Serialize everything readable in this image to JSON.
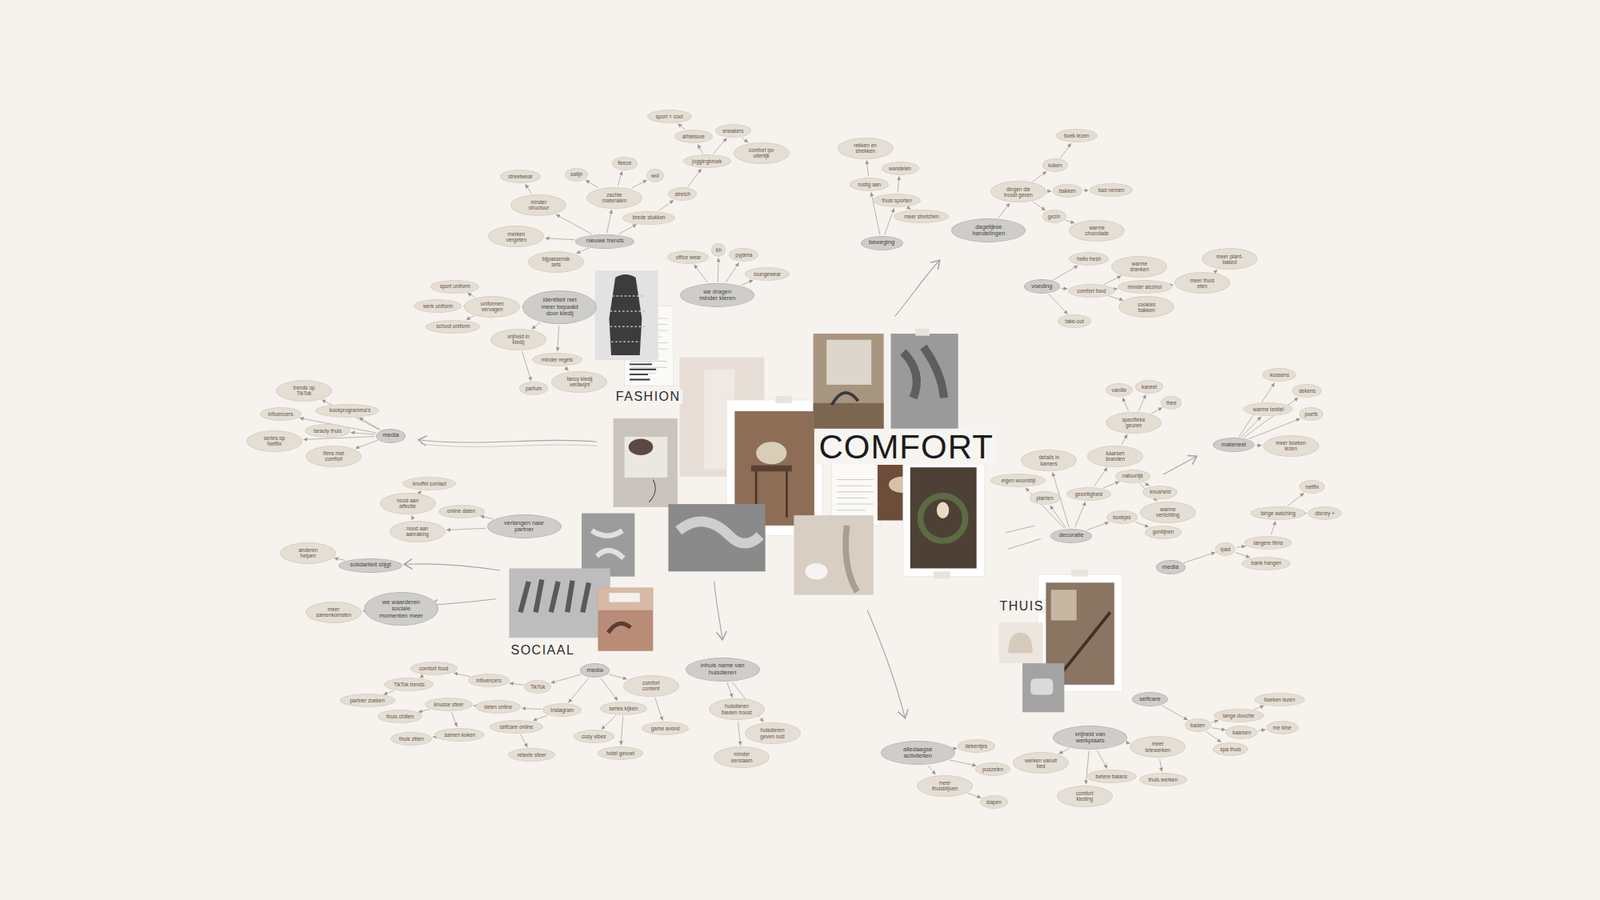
{
  "diagram": {
    "title": "COMFORT",
    "nodes": [
      {
        "text": [
          "nieuwe trends"
        ]
      },
      {
        "text": [
          "zachte materialen"
        ]
      },
      {
        "text": [
          "satijn"
        ]
      },
      {
        "text": [
          "fleece"
        ]
      },
      {
        "text": [
          "wol"
        ]
      },
      {
        "text": [
          "brede stukken"
        ]
      },
      {
        "text": [
          "stretch"
        ]
      },
      {
        "text": [
          "joggingbroek"
        ]
      },
      {
        "text": [
          "athleisure"
        ]
      },
      {
        "text": [
          "sport = cool"
        ]
      },
      {
        "text": [
          "sneakers"
        ]
      },
      {
        "text": [
          "comfort ipv uiterlijk"
        ]
      },
      {
        "text": [
          "minder structuur"
        ]
      },
      {
        "text": [
          "streetwear"
        ]
      },
      {
        "text": [
          "bijpassende sets"
        ]
      },
      {
        "text": [
          "merken vergeten"
        ]
      },
      {
        "text": [
          "identiteit niet meer bepaald door kledij"
        ]
      },
      {
        "text": [
          "uniformen vervagen"
        ]
      },
      {
        "text": [
          "sport uniform"
        ]
      },
      {
        "text": [
          "werk uniform"
        ]
      },
      {
        "text": [
          "school uniform"
        ]
      },
      {
        "text": [
          "vrijheid in kledij"
        ]
      },
      {
        "text": [
          "minder regels"
        ]
      },
      {
        "text": [
          "fancy kledij verdwijnt"
        ]
      },
      {
        "text": [
          "parfum"
        ]
      },
      {
        "text": [
          "we dragen minder kleren"
        ]
      },
      {
        "text": [
          "office wear"
        ]
      },
      {
        "text": [
          "bh"
        ]
      },
      {
        "text": [
          "pyjama"
        ]
      },
      {
        "text": [
          "loungewear"
        ]
      },
      {
        "text": [
          "media"
        ]
      },
      {
        "text": [
          "trends op TikTok"
        ]
      },
      {
        "text": [
          "kookprogramma's"
        ]
      },
      {
        "text": [
          "influencers"
        ]
      },
      {
        "text": [
          "beauty thuis"
        ]
      },
      {
        "text": [
          "series op Netflix"
        ]
      },
      {
        "text": [
          "films met comfort"
        ]
      },
      {
        "text": [
          "verlangen naar partner"
        ]
      },
      {
        "text": [
          "knuffel contact"
        ]
      },
      {
        "text": [
          "nood aan affectie"
        ]
      },
      {
        "text": [
          "online daten"
        ]
      },
      {
        "text": [
          "nood aan aanraking"
        ]
      },
      {
        "text": [
          "solidariteit stijgt"
        ]
      },
      {
        "text": [
          "anderen helpen"
        ]
      },
      {
        "text": [
          "we waarderen sociale momenten meer"
        ]
      },
      {
        "text": [
          "meer samenkomsten"
        ]
      },
      {
        "text": [
          "media"
        ]
      },
      {
        "text": [
          "TikTok"
        ]
      },
      {
        "text": [
          "Instagram"
        ]
      },
      {
        "text": [
          "series kijken"
        ]
      },
      {
        "text": [
          "comfort content"
        ]
      },
      {
        "text": [
          "influencers"
        ]
      },
      {
        "text": [
          "delen online"
        ]
      },
      {
        "text": [
          "comfort food"
        ]
      },
      {
        "text": [
          "TikTok trends"
        ]
      },
      {
        "text": [
          "thuis chillen"
        ]
      },
      {
        "text": [
          "knusse sfeer"
        ]
      },
      {
        "text": [
          "samen koken"
        ]
      },
      {
        "text": [
          "thuis zitten"
        ]
      },
      {
        "text": [
          "selfcare online"
        ]
      },
      {
        "text": [
          "relaxte sfeer"
        ]
      },
      {
        "text": [
          "cozy vibes"
        ]
      },
      {
        "text": [
          "hotel gevoel"
        ]
      },
      {
        "text": [
          "game avond"
        ]
      },
      {
        "text": [
          "partner zoeken"
        ]
      },
      {
        "text": [
          "inhuis name van huisdieren"
        ]
      },
      {
        "text": [
          "huisdieren bieden troost"
        ]
      },
      {
        "text": [
          "huisdieren geven rust"
        ]
      },
      {
        "text": [
          "minder eenzaam"
        ]
      },
      {
        "text": [
          "beweging"
        ]
      },
      {
        "text": [
          "rekken en strekken"
        ]
      },
      {
        "text": [
          "wandelen"
        ]
      },
      {
        "text": [
          "rustig aan"
        ]
      },
      {
        "text": [
          "thuis sporten"
        ]
      },
      {
        "text": [
          "meer stretchen"
        ]
      },
      {
        "text": [
          "dagelijkse handelingen"
        ]
      },
      {
        "text": [
          "dingen die troost geven"
        ]
      },
      {
        "text": [
          "koken"
        ]
      },
      {
        "text": [
          "boek lezen"
        ]
      },
      {
        "text": [
          "bakken"
        ]
      },
      {
        "text": [
          "bad nemen"
        ]
      },
      {
        "text": [
          "gezin"
        ]
      },
      {
        "text": [
          "warme chocolade"
        ]
      },
      {
        "text": [
          "voeding"
        ]
      },
      {
        "text": [
          "hello fresh"
        ]
      },
      {
        "text": [
          "comfort food"
        ]
      },
      {
        "text": [
          "warme dranken"
        ]
      },
      {
        "text": [
          "minder alcohol"
        ]
      },
      {
        "text": [
          "cookies bakken"
        ]
      },
      {
        "text": [
          "meer thuis eten"
        ]
      },
      {
        "text": [
          "meer plant-based"
        ]
      },
      {
        "text": [
          "take-out"
        ]
      },
      {
        "text": [
          "materieel"
        ]
      },
      {
        "text": [
          "kussens"
        ]
      },
      {
        "text": [
          "dekens"
        ]
      },
      {
        "text": [
          "warme textiel"
        ]
      },
      {
        "text": [
          "poefs"
        ]
      },
      {
        "text": [
          "meer boeken lezen"
        ]
      },
      {
        "text": [
          "decoratie"
        ]
      },
      {
        "text": [
          "eigen woonstijl"
        ]
      },
      {
        "text": [
          "details in kamers"
        ]
      },
      {
        "text": [
          "planten"
        ]
      },
      {
        "text": [
          "gezelligheid"
        ]
      },
      {
        "text": [
          "kaarsen branden"
        ]
      },
      {
        "text": [
          "specifieke geuren"
        ]
      },
      {
        "text": [
          "vanille"
        ]
      },
      {
        "text": [
          "kaneel"
        ]
      },
      {
        "text": [
          "thee"
        ]
      },
      {
        "text": [
          "natuurlijk"
        ]
      },
      {
        "text": [
          "knusheid"
        ]
      },
      {
        "text": [
          "warme verlichting"
        ]
      },
      {
        "text": [
          "boekjes"
        ]
      },
      {
        "text": [
          "gordijnen"
        ]
      },
      {
        "text": [
          "media"
        ]
      },
      {
        "text": [
          "ipad"
        ]
      },
      {
        "text": [
          "langere films"
        ]
      },
      {
        "text": [
          "bank hangen"
        ]
      },
      {
        "text": [
          "binge watching"
        ]
      },
      {
        "text": [
          "netflix"
        ]
      },
      {
        "text": [
          "disney +"
        ]
      },
      {
        "text": [
          "selfcare"
        ]
      },
      {
        "text": [
          "baden"
        ]
      },
      {
        "text": [
          "lange douche"
        ]
      },
      {
        "text": [
          "kaarsen"
        ]
      },
      {
        "text": [
          "spa thuis"
        ]
      },
      {
        "text": [
          "boeken lezen"
        ]
      },
      {
        "text": [
          "me time"
        ]
      },
      {
        "text": [
          "vrijheid van werkplaats"
        ]
      },
      {
        "text": [
          "meer telewerken"
        ]
      },
      {
        "text": [
          "thuis werken"
        ]
      },
      {
        "text": [
          "werken vanuit bed"
        ]
      },
      {
        "text": [
          "comfort kleding"
        ]
      },
      {
        "text": [
          "betere balans"
        ]
      },
      {
        "text": [
          "alledaagse activiteiten"
        ]
      },
      {
        "text": [
          "dekentjes"
        ]
      },
      {
        "text": [
          "puzzelen"
        ]
      },
      {
        "text": [
          "meer thuisblijven"
        ]
      },
      {
        "text": [
          "slapen"
        ]
      }
    ],
    "edges": [
      {
        "from": 0,
        "to": 1,
        "arrow": "to"
      },
      {
        "from": 1,
        "to": 2,
        "arrow": "to"
      },
      {
        "from": 1,
        "to": 3,
        "arrow": "to"
      },
      {
        "from": 1,
        "to": 4,
        "arrow": "to"
      },
      {
        "from": 0,
        "to": 5,
        "arrow": "to"
      },
      {
        "from": 5,
        "to": 6,
        "arrow": "to"
      },
      {
        "from": 6,
        "to": 7,
        "arrow": "to"
      },
      {
        "from": 7,
        "to": 8,
        "arrow": "to"
      },
      {
        "from": 8,
        "to": 9,
        "arrow": "to"
      },
      {
        "from": 7,
        "to": 10,
        "arrow": "to"
      },
      {
        "from": 10,
        "to": 11,
        "arrow": "to"
      },
      {
        "from": 0,
        "to": 12,
        "arrow": "to"
      },
      {
        "from": 12,
        "to": 13,
        "arrow": "to"
      },
      {
        "from": 0,
        "to": 14,
        "arrow": "to"
      },
      {
        "from": 0,
        "to": 15,
        "arrow": "to"
      },
      {
        "from": 16,
        "to": 17,
        "arrow": "to"
      },
      {
        "from": 17,
        "to": 18,
        "arrow": "to"
      },
      {
        "from": 17,
        "to": 19,
        "arrow": "to"
      },
      {
        "from": 17,
        "to": 20,
        "arrow": "to"
      },
      {
        "from": 16,
        "to": 21,
        "arrow": "to"
      },
      {
        "from": 16,
        "to": 22,
        "arrow": "to"
      },
      {
        "from": 22,
        "to": 23,
        "arrow": "to"
      },
      {
        "from": 21,
        "to": 24,
        "arrow": "to"
      },
      {
        "from": 25,
        "to": 26,
        "arrow": "to"
      },
      {
        "from": 25,
        "to": 27,
        "arrow": "to"
      },
      {
        "from": 25,
        "to": 28,
        "arrow": "to"
      },
      {
        "from": 25,
        "to": 29,
        "arrow": "to"
      },
      {
        "from": 30,
        "to": 31,
        "arrow": "to"
      },
      {
        "from": 30,
        "to": 32,
        "arrow": "to"
      },
      {
        "from": 30,
        "to": 33,
        "arrow": "to"
      },
      {
        "from": 30,
        "to": 34,
        "arrow": "to"
      },
      {
        "from": 30,
        "to": 35,
        "arrow": "to"
      },
      {
        "from": 30,
        "to": 36,
        "arrow": "to"
      },
      {
        "from": 39,
        "to": 38,
        "arrow": "to"
      },
      {
        "from": 41,
        "to": 39,
        "arrow": "to"
      },
      {
        "from": 37,
        "to": 40,
        "arrow": "to"
      },
      {
        "from": 37,
        "to": 41,
        "arrow": "to"
      },
      {
        "from": 42,
        "to": 43,
        "arrow": "to"
      },
      {
        "from": 44,
        "to": 45,
        "arrow": "to"
      },
      {
        "from": 46,
        "to": 47,
        "arrow": "to"
      },
      {
        "from": 46,
        "to": 48,
        "arrow": "to"
      },
      {
        "from": 46,
        "to": 49,
        "arrow": "to"
      },
      {
        "from": 46,
        "to": 50,
        "arrow": "to"
      },
      {
        "from": 47,
        "to": 51,
        "arrow": "to"
      },
      {
        "from": 48,
        "to": 52,
        "arrow": "to"
      },
      {
        "from": 51,
        "to": 53,
        "arrow": "to"
      },
      {
        "from": 53,
        "to": 54,
        "arrow": "to"
      },
      {
        "from": 56,
        "to": 55,
        "arrow": "to"
      },
      {
        "from": 52,
        "to": 56,
        "arrow": "to"
      },
      {
        "from": 56,
        "to": 57,
        "arrow": "to"
      },
      {
        "from": 57,
        "to": 58,
        "arrow": "to"
      },
      {
        "from": 48,
        "to": 59,
        "arrow": "to"
      },
      {
        "from": 59,
        "to": 60,
        "arrow": "to"
      },
      {
        "from": 49,
        "to": 61,
        "arrow": "to"
      },
      {
        "from": 49,
        "to": 62,
        "arrow": "to"
      },
      {
        "from": 50,
        "to": 63,
        "arrow": "to"
      },
      {
        "from": 54,
        "to": 64,
        "arrow": "to"
      },
      {
        "from": 65,
        "to": 66,
        "arrow": "to"
      },
      {
        "from": 65,
        "to": 67,
        "arrow": "to"
      },
      {
        "from": 66,
        "to": 68,
        "arrow": "to"
      },
      {
        "from": 72,
        "to": 70,
        "arrow": "to"
      },
      {
        "from": 73,
        "to": 71,
        "arrow": "to"
      },
      {
        "from": 69,
        "to": 72,
        "arrow": "to"
      },
      {
        "from": 69,
        "to": 73,
        "arrow": "to"
      },
      {
        "from": 73,
        "to": 74,
        "arrow": "to"
      },
      {
        "from": 75,
        "to": 76,
        "arrow": "to"
      },
      {
        "from": 76,
        "to": 77,
        "arrow": "to"
      },
      {
        "from": 77,
        "to": 78,
        "arrow": "to"
      },
      {
        "from": 76,
        "to": 79,
        "arrow": "to"
      },
      {
        "from": 79,
        "to": 80,
        "arrow": "to"
      },
      {
        "from": 76,
        "to": 81,
        "arrow": "to"
      },
      {
        "from": 81,
        "to": 82,
        "arrow": "to"
      },
      {
        "from": 83,
        "to": 84,
        "arrow": "to"
      },
      {
        "from": 83,
        "to": 85,
        "arrow": "to"
      },
      {
        "from": 85,
        "to": 86,
        "arrow": "to"
      },
      {
        "from": 85,
        "to": 87,
        "arrow": "to"
      },
      {
        "from": 85,
        "to": 88,
        "arrow": "to"
      },
      {
        "from": 87,
        "to": 89,
        "arrow": "to"
      },
      {
        "from": 89,
        "to": 90,
        "arrow": "to"
      },
      {
        "from": 83,
        "to": 91,
        "arrow": "to"
      },
      {
        "from": 92,
        "to": 93,
        "arrow": "to"
      },
      {
        "from": 92,
        "to": 94,
        "arrow": "to"
      },
      {
        "from": 92,
        "to": 95,
        "arrow": "to"
      },
      {
        "from": 92,
        "to": 96,
        "arrow": "to"
      },
      {
        "from": 92,
        "to": 97,
        "arrow": "to"
      },
      {
        "from": 98,
        "to": 99,
        "arrow": "to"
      },
      {
        "from": 98,
        "to": 100,
        "arrow": "to"
      },
      {
        "from": 98,
        "to": 101,
        "arrow": "to"
      },
      {
        "from": 98,
        "to": 102,
        "arrow": "to"
      },
      {
        "from": 102,
        "to": 103,
        "arrow": "to"
      },
      {
        "from": 103,
        "to": 104,
        "arrow": "to"
      },
      {
        "from": 104,
        "to": 105,
        "arrow": "to"
      },
      {
        "from": 104,
        "to": 106,
        "arrow": "to"
      },
      {
        "from": 104,
        "to": 107,
        "arrow": "to"
      },
      {
        "from": 102,
        "to": 108,
        "arrow": "to"
      },
      {
        "from": 108,
        "to": 109,
        "arrow": "to"
      },
      {
        "from": 108,
        "to": 110,
        "arrow": "to"
      },
      {
        "from": 98,
        "to": 111,
        "arrow": "to"
      },
      {
        "from": 111,
        "to": 112,
        "arrow": "to"
      },
      {
        "from": 113,
        "to": 114,
        "arrow": "to"
      },
      {
        "from": 114,
        "to": 115,
        "arrow": "to"
      },
      {
        "from": 114,
        "to": 116,
        "arrow": "to"
      },
      {
        "from": 115,
        "to": 117,
        "arrow": "to"
      },
      {
        "from": 117,
        "to": 118,
        "arrow": "to"
      },
      {
        "from": 117,
        "to": 119,
        "arrow": "to"
      },
      {
        "from": 120,
        "to": 121,
        "arrow": "to"
      },
      {
        "from": 121,
        "to": 122,
        "arrow": "to"
      },
      {
        "from": 121,
        "to": 123,
        "arrow": "to"
      },
      {
        "from": 121,
        "to": 124,
        "arrow": "to"
      },
      {
        "from": 122,
        "to": 125,
        "arrow": "to"
      },
      {
        "from": 123,
        "to": 126,
        "arrow": "to"
      },
      {
        "from": 127,
        "to": 128,
        "arrow": "to"
      },
      {
        "from": 128,
        "to": 129,
        "arrow": "to"
      },
      {
        "from": 127,
        "to": 130,
        "arrow": "to"
      },
      {
        "from": 127,
        "to": 131,
        "arrow": "to"
      },
      {
        "from": 127,
        "to": 132,
        "arrow": "to"
      },
      {
        "from": 133,
        "to": 134,
        "arrow": "to"
      },
      {
        "from": 133,
        "to": 135,
        "arrow": "to"
      },
      {
        "from": 133,
        "to": 136,
        "arrow": "to"
      },
      {
        "from": 136,
        "to": 137,
        "arrow": "to"
      }
    ],
    "labels": [
      "FASHION",
      "SOCIAAL",
      "THUIS"
    ]
  }
}
